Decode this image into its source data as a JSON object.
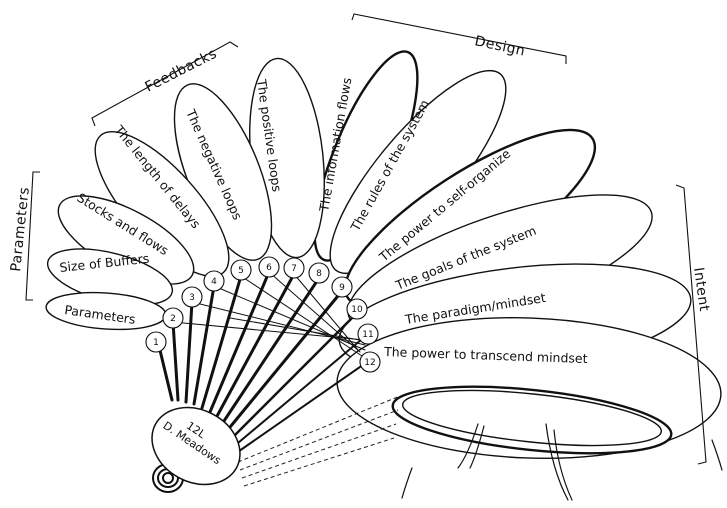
{
  "groups": {
    "parameters": "Parameters",
    "feedbacks": "Feedbacks",
    "design": "Design",
    "intent": "Intent"
  },
  "hub": {
    "line1": "12L",
    "line2": "D. Meadows"
  },
  "levers": [
    {
      "num": "1",
      "label": "Parameters"
    },
    {
      "num": "2",
      "label": "Size of Buffers"
    },
    {
      "num": "3",
      "label": "Stocks and flows"
    },
    {
      "num": "4",
      "label": "The length of delays"
    },
    {
      "num": "5",
      "label": "The negative loops"
    },
    {
      "num": "6",
      "label": "The positive loops"
    },
    {
      "num": "7",
      "label": "The information flows"
    },
    {
      "num": "8",
      "label": "The rules of the system"
    },
    {
      "num": "9",
      "label": "The power to self-organize"
    },
    {
      "num": "10",
      "label": "The goals of the system"
    },
    {
      "num": "11",
      "label": "The paradigm/mindset"
    },
    {
      "num": "12",
      "label": "The power to transcend mindset"
    }
  ],
  "colors": {
    "ink": "#111111",
    "background": "#ffffff"
  }
}
